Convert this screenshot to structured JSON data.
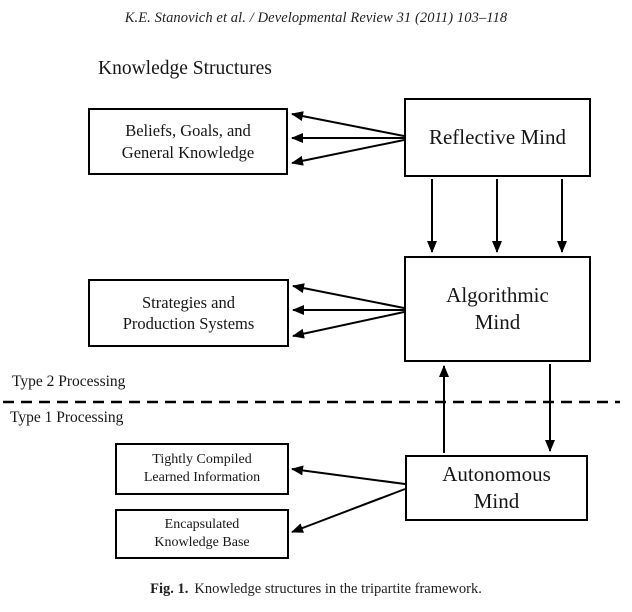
{
  "page": {
    "header_citation": "K.E. Stanovich et al. / Developmental Review 31 (2011) 103–118"
  },
  "figure": {
    "title": "Knowledge Structures",
    "type2_label": "Type 2 Processing",
    "type1_label": "Type 1 Processing",
    "caption_label": "Fig. 1.",
    "caption_text": "Knowledge structures in the tripartite framework.",
    "boxes": {
      "beliefs": {
        "lines": [
          "Beliefs, Goals, and",
          "General Knowledge"
        ]
      },
      "reflective": {
        "lines": [
          "Reflective Mind"
        ]
      },
      "strategies": {
        "lines": [
          "Strategies and",
          "Production Systems"
        ]
      },
      "algorithmic": {
        "lines": [
          "Algorithmic",
          "Mind"
        ]
      },
      "tightly_compiled": {
        "lines": [
          "Tightly Compiled",
          "Learned Information"
        ]
      },
      "encapsulated": {
        "lines": [
          "Encapsulated",
          "Knowledge Base"
        ]
      },
      "autonomous": {
        "lines": [
          "Autonomous",
          "Mind"
        ]
      }
    },
    "colors": {
      "ink": "#000000",
      "background": "#ffffff"
    }
  }
}
